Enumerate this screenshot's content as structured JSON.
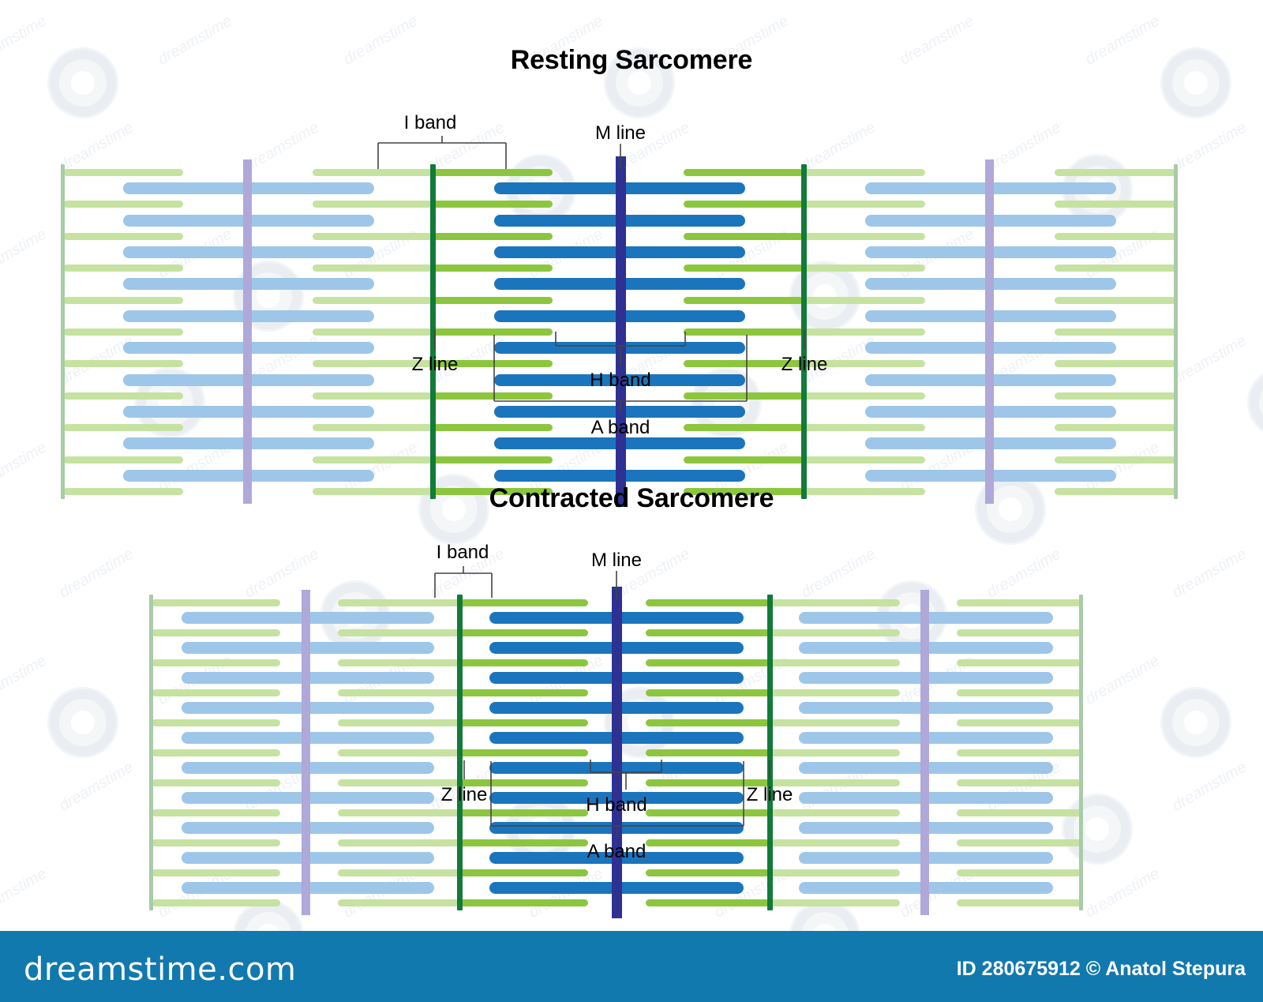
{
  "diagrams": [
    {
      "id": "resting",
      "title": "Resting Sarcomere",
      "labels": {
        "i_band": "I band",
        "m_line": "M line",
        "z_line_left": "Z line",
        "z_line_right": "Z line",
        "h_band": "H band",
        "a_band": "A band"
      }
    },
    {
      "id": "contracted",
      "title": "Contracted Sarcomere",
      "labels": {
        "i_band": "I band",
        "m_line": "M line",
        "z_line_left": "Z line",
        "z_line_right": "Z line",
        "h_band": "H band",
        "a_band": "A band"
      }
    }
  ],
  "colors": {
    "thin_filament_actin": "#8CC63F",
    "thick_filament_myosin": "#1B75BC",
    "z_line": "#137A3A",
    "m_line": "#2E3192",
    "thin_filament_faded": "#C6E2A0",
    "thick_filament_faded": "#9EC6E8",
    "z_line_faded": "#A8CBA8",
    "m_line_faded": "#AFA8D8",
    "footer_background": "#1279AE",
    "text": "#000000"
  },
  "structure": {
    "row_count": 21,
    "thin_filament_name": "actin-thin-filament",
    "thick_filament_name": "myosin-thick-filament"
  },
  "footer": {
    "logo": "dreamstime.com",
    "credit": "ID 280675912 © Anatol Stepura"
  },
  "watermark": {
    "text": "dreamstime"
  }
}
